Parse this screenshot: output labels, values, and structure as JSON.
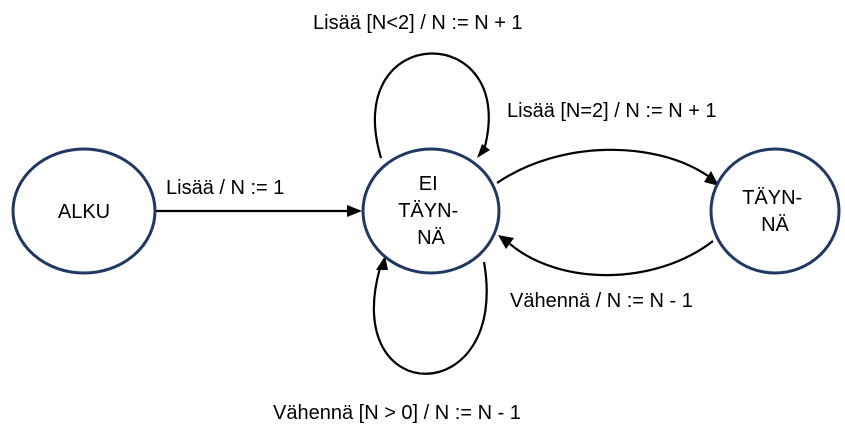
{
  "diagram": {
    "states": {
      "alku": {
        "lines": [
          "ALKU"
        ]
      },
      "ei_tayna": {
        "lines": [
          "EI",
          "TÄYN-",
          "NÄ"
        ]
      },
      "tayna": {
        "lines": [
          "TÄYN-",
          "NÄ"
        ]
      }
    },
    "transitions": {
      "start_add": "Lisää / N := 1",
      "self_add": "Lisää [N<2] / N :=  N + 1",
      "to_full": "Lisää [N=2] / N :=  N + 1",
      "from_full": "Vähennä / N :=  N - 1",
      "self_subtract": "Vähennä [N > 0] / N :=  N - 1"
    }
  }
}
